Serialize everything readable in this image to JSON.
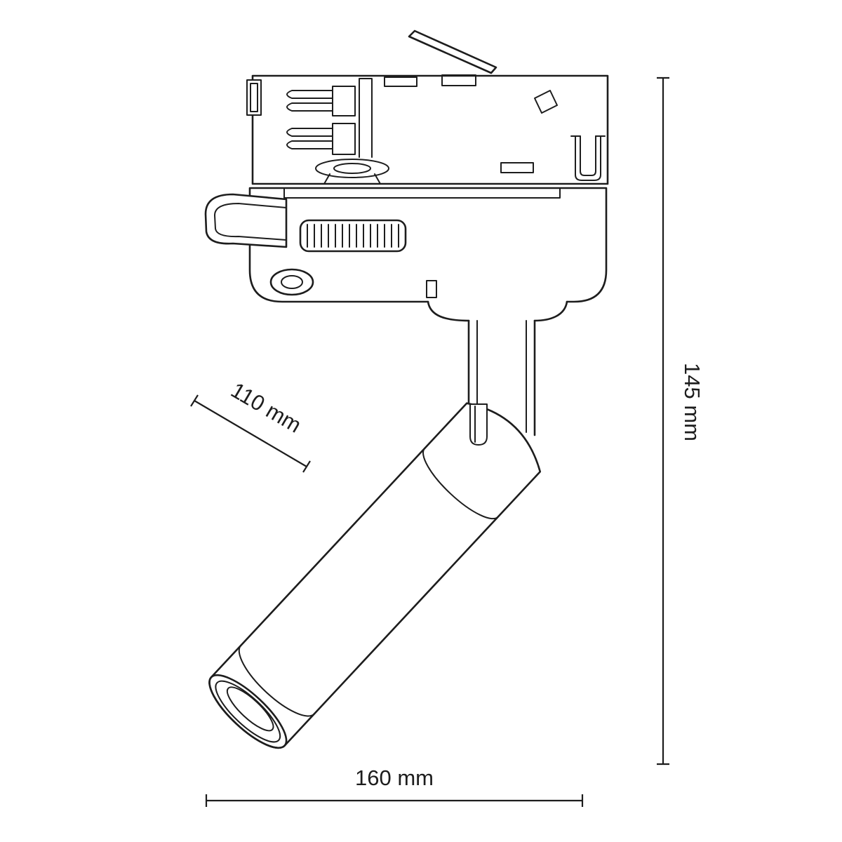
{
  "labels": {
    "diagonal_dim": "110 mm",
    "vertical_dim": "145 mm",
    "horizontal_dim": "160 mm"
  },
  "colors": {
    "line": "#1d1d1d",
    "background": "#ffffff"
  }
}
